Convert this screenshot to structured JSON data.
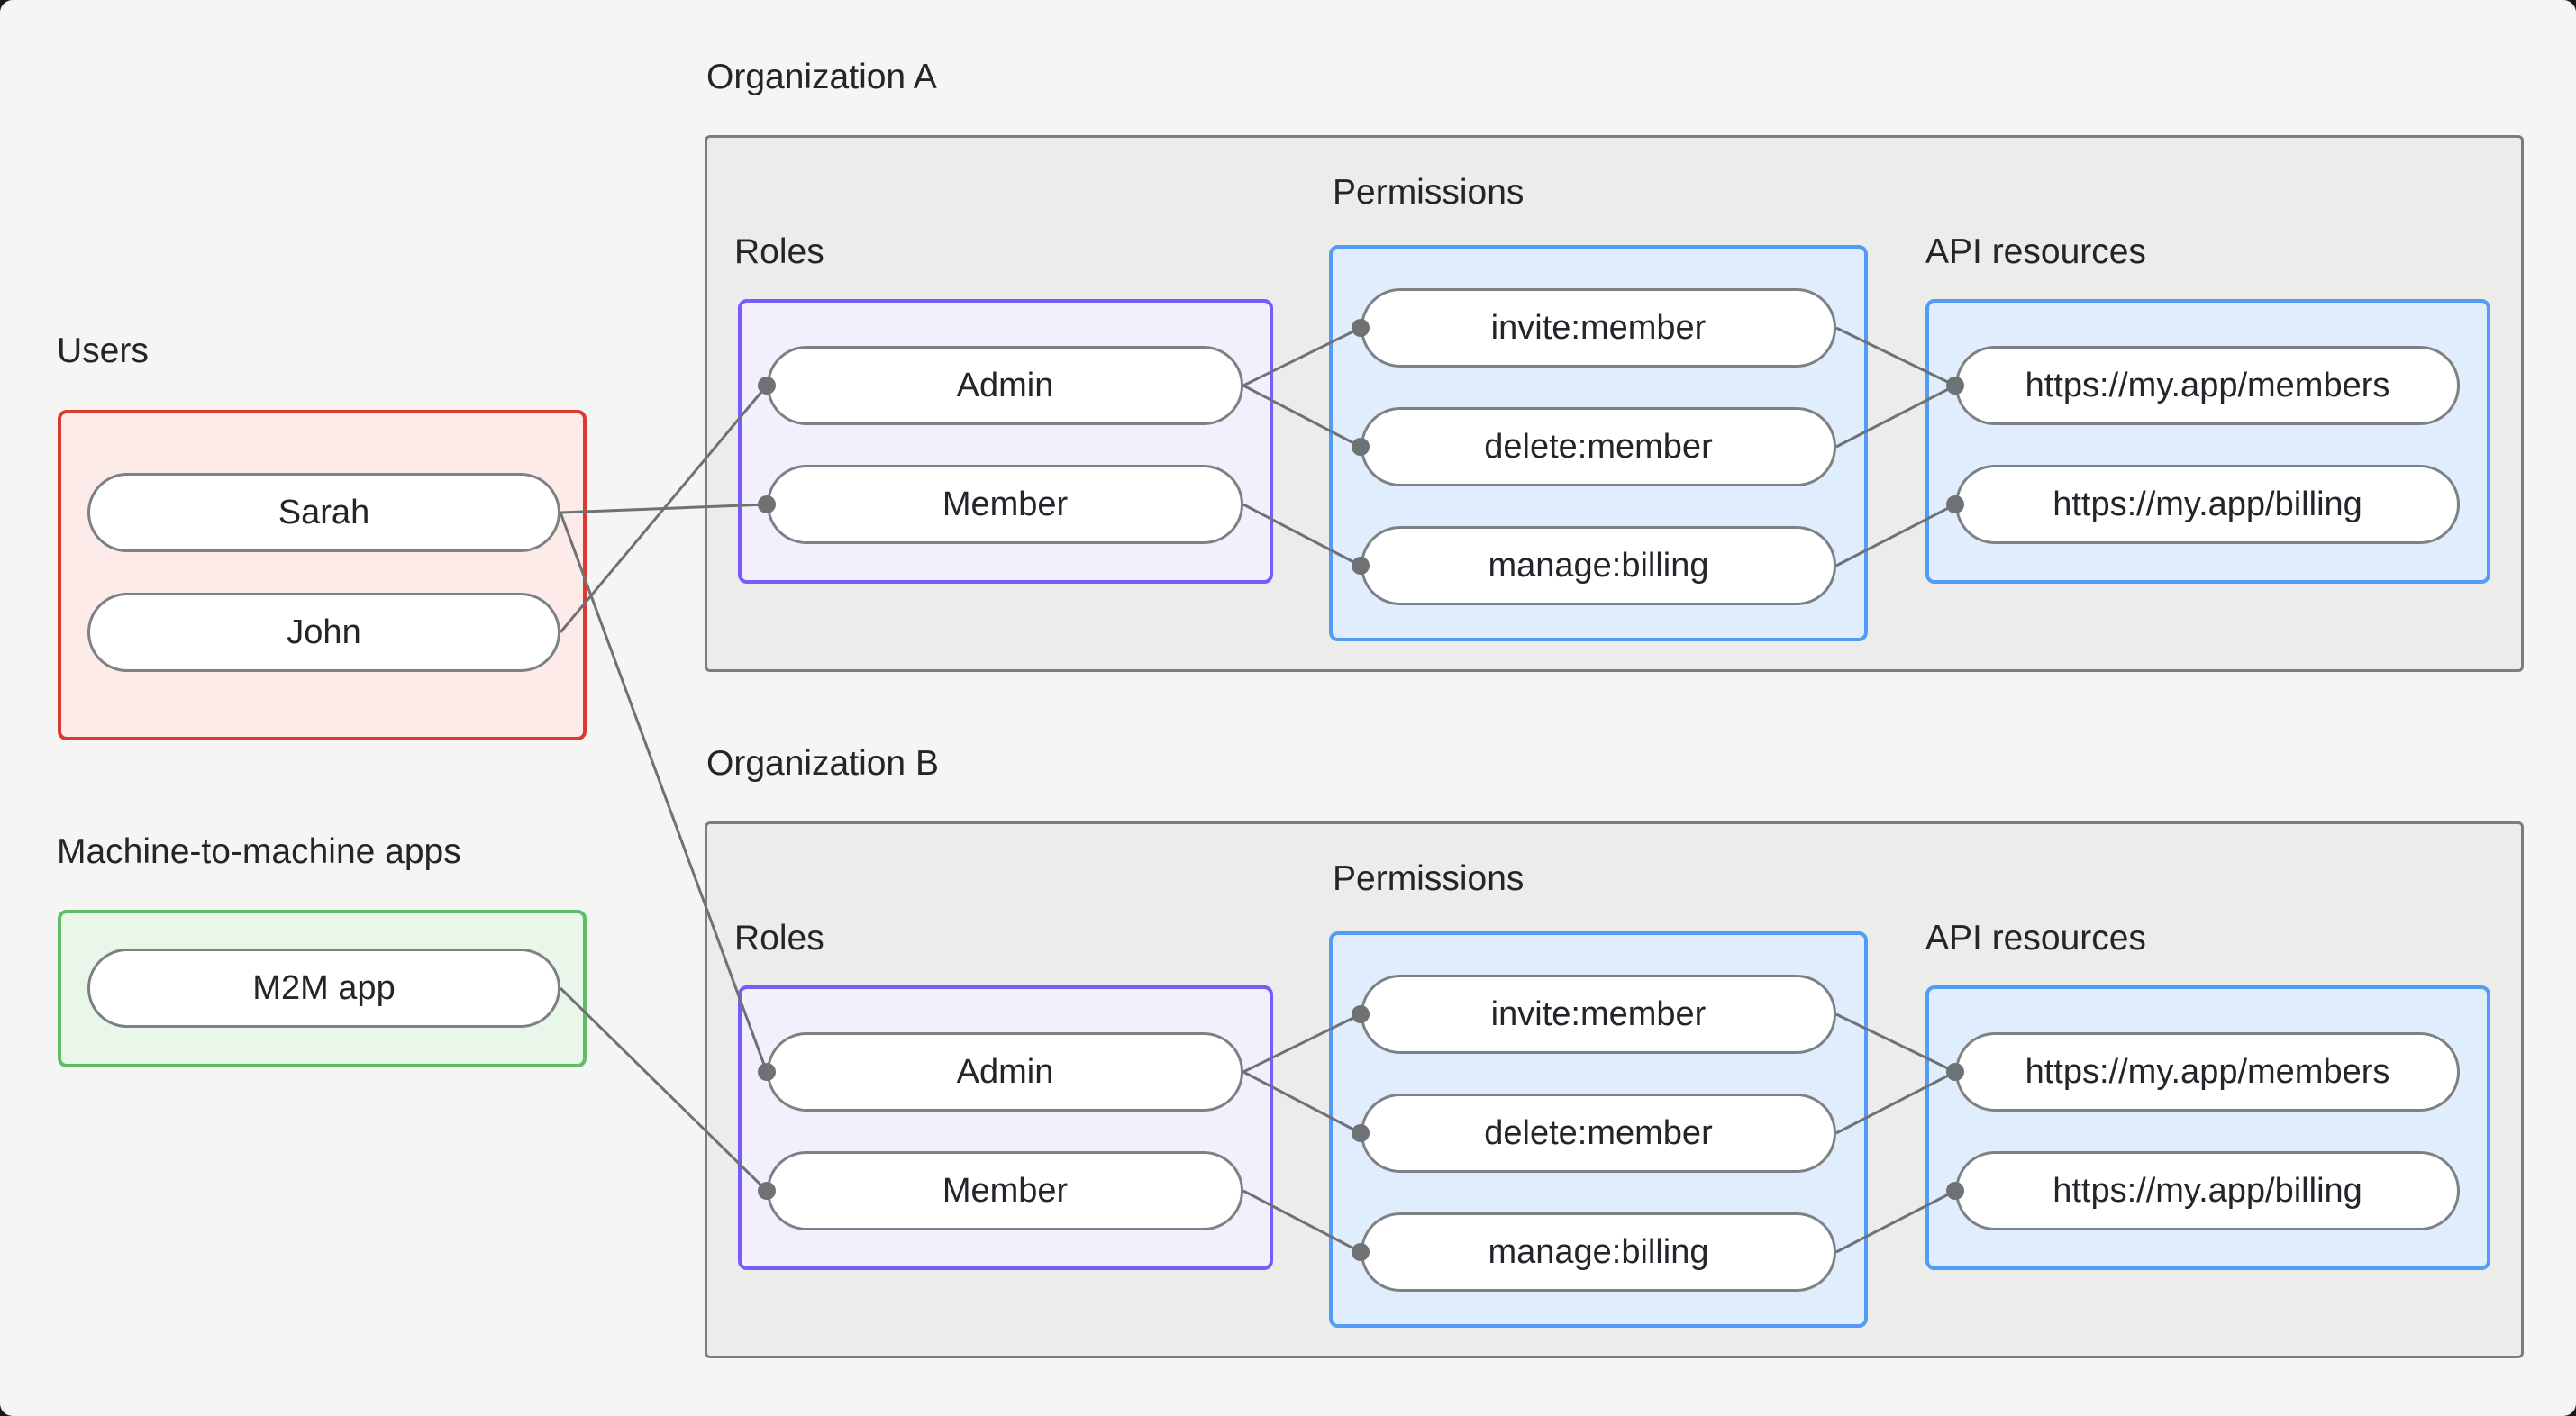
{
  "left": {
    "users_label": "Users",
    "m2m_label": "Machine-to-machine apps",
    "users": [
      "Sarah",
      "John"
    ],
    "m2m_apps": [
      "M2M app"
    ]
  },
  "orgs": [
    {
      "title": "Organization A",
      "roles_label": "Roles",
      "permissions_label": "Permissions",
      "api_label": "API resources",
      "roles": [
        "Admin",
        "Member"
      ],
      "permissions": [
        "invite:member",
        "delete:member",
        "manage:billing"
      ],
      "api_resources": [
        "https://my.app/members",
        "https://my.app/billing"
      ]
    },
    {
      "title": "Organization B",
      "roles_label": "Roles",
      "permissions_label": "Permissions",
      "api_label": "API resources",
      "roles": [
        "Admin",
        "Member"
      ],
      "permissions": [
        "invite:member",
        "delete:member",
        "manage:billing"
      ],
      "api_resources": [
        "https://my.app/members",
        "https://my.app/billing"
      ]
    }
  ],
  "edges": [
    {
      "from": "Sarah",
      "to": "Organization A / Member"
    },
    {
      "from": "Sarah",
      "to": "Organization B / Admin"
    },
    {
      "from": "John",
      "to": "Organization A / Admin"
    },
    {
      "from": "M2M app",
      "to": "Organization B / Member"
    },
    {
      "from": "Organization A / Admin",
      "to": "Organization A / invite:member"
    },
    {
      "from": "Organization A / Admin",
      "to": "Organization A / delete:member"
    },
    {
      "from": "Organization A / Member",
      "to": "Organization A / manage:billing"
    },
    {
      "from": "Organization A / invite:member",
      "to": "Organization A / https://my.app/members"
    },
    {
      "from": "Organization A / delete:member",
      "to": "Organization A / https://my.app/members"
    },
    {
      "from": "Organization A / manage:billing",
      "to": "Organization A / https://my.app/billing"
    },
    {
      "from": "Organization B / Admin",
      "to": "Organization B / invite:member"
    },
    {
      "from": "Organization B / Admin",
      "to": "Organization B / delete:member"
    },
    {
      "from": "Organization B / Member",
      "to": "Organization B / manage:billing"
    },
    {
      "from": "Organization B / invite:member",
      "to": "Organization B / https://my.app/members"
    },
    {
      "from": "Organization B / delete:member",
      "to": "Organization B / https://my.app/members"
    },
    {
      "from": "Organization B / manage:billing",
      "to": "Organization B / https://my.app/billing"
    }
  ],
  "colors": {
    "page_bg": "#F5F6F3",
    "backdrop": "#161A17",
    "container_fill": "#ECEDEA",
    "container_border": "#7A7F7D",
    "users_fill": "#FCEBE9",
    "users_border": "#DB3A32",
    "m2m_fill": "#E9F6EA",
    "m2m_border": "#60BC69",
    "roles_fill": "#F4EFFC",
    "roles_border": "#7A5AF8",
    "blue_fill": "#DFEDFC",
    "blue_border": "#549BF5",
    "pill_fill": "#FFFFFF",
    "pill_border": "#7E8183",
    "line": "#6E7275",
    "text": "#22262A"
  }
}
